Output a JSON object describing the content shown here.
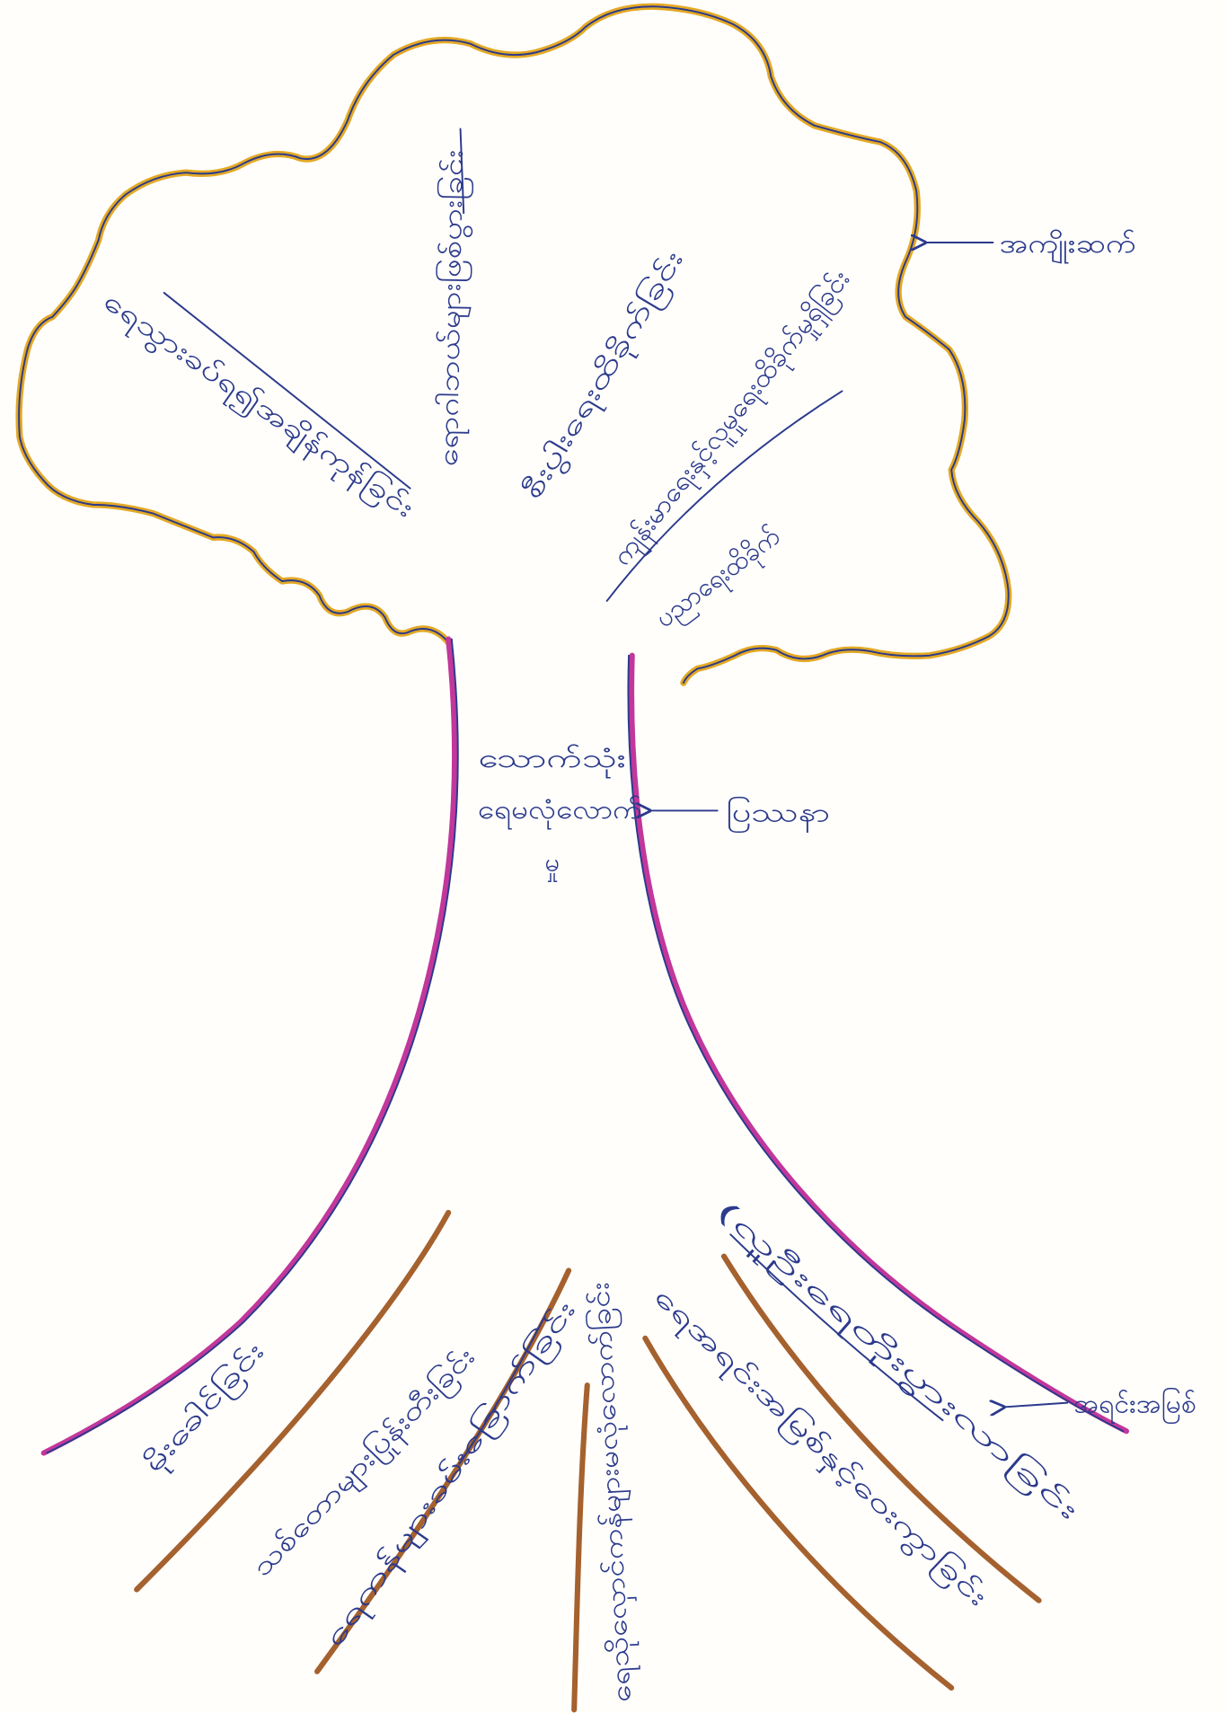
{
  "colors": {
    "canopy": "#e3a925",
    "ink": "#2b3a8c",
    "trunk": "#c2379b",
    "root": "#a5612e"
  },
  "trunk": {
    "line1": "သောက်သုံး",
    "line2": "ရေမလုံလောက်",
    "line3": "မှု"
  },
  "pointers": {
    "effects": "အကျိုးဆက်",
    "problem": "ပြဿနာ",
    "causes": "အရင်းအမြစ်"
  },
  "effects": [
    "ရေသွားခပ်ရ၍အချိန်ကုန်ခြင်း",
    "ရောဂါဘယ်များဖြစ်ပွားခြင်း",
    "စီးပွါးရေးထိခိုက်ခြင်း",
    "ကျန်းမာရေးနှင့်လူမှုရေးထိခိုက်မှုရှိခြင်း",
    "ပညာရေးထိခိုက်"
  ],
  "causes": [
    "မိုးခေါင်ခြင်း",
    "သစ်တောများပြုန်းတီးခြင်း",
    "ရေကန်များခမ်းခြောက်ခြင်း",
    "ရေသိုလှောင်ကန်များမလုံလောက်ခြင်း",
    "ရေအရင်းအမြစ်နှင့်ဝေးကွာခြင်း",
    "(လူဦးရေတိုးပွားလာခြင်း"
  ]
}
